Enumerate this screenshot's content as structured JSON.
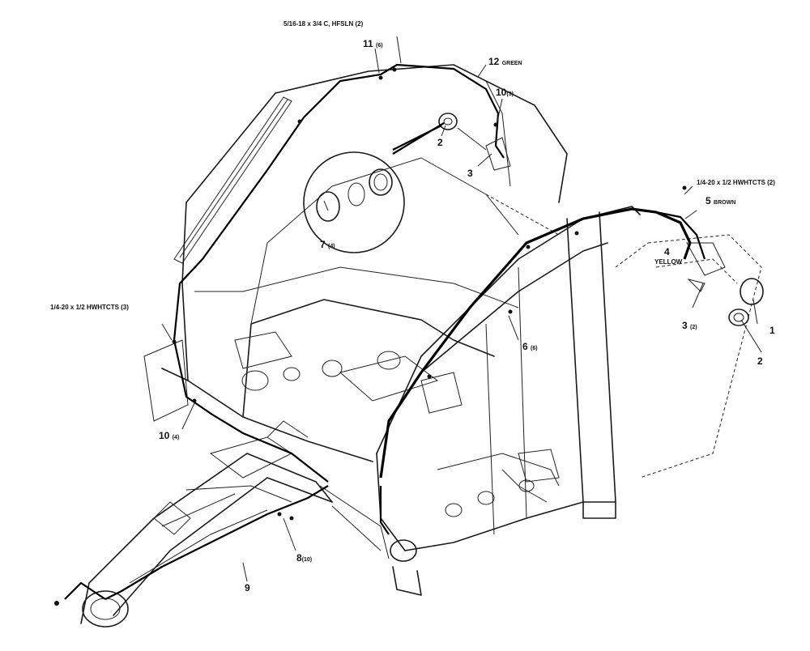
{
  "callouts": {
    "screw_top": "5/16-18 x 3/4 C, HFSLN (2)",
    "item11": "11",
    "item11_qty": "(6)",
    "item12": "12",
    "item12_color": "GREEN",
    "item10_top": "10",
    "item10_top_qty": "(3)",
    "item2_top": "2",
    "item3_top": "3",
    "item7": "7",
    "item7_qty": "(4)",
    "screw_right": "1/4-20 x 1/2 HWHTCTS (2)",
    "item5": "5",
    "item5_color": "BROWN",
    "item4": "4",
    "item4_color": "YELLOW",
    "item3_right": "3",
    "item3_right_qty": "(2)",
    "item1": "1",
    "item2_right": "2",
    "item6": "6",
    "item6_qty": "(6)",
    "screw_left": "1/4-20 x 1/2 HWHTCTS (3)",
    "item10_left": "10",
    "item10_left_qty": "(4)",
    "item8": "8",
    "item8_qty": "(10)",
    "item9": "9"
  },
  "colors": {
    "ink": "#111111",
    "paper": "#ffffff"
  }
}
